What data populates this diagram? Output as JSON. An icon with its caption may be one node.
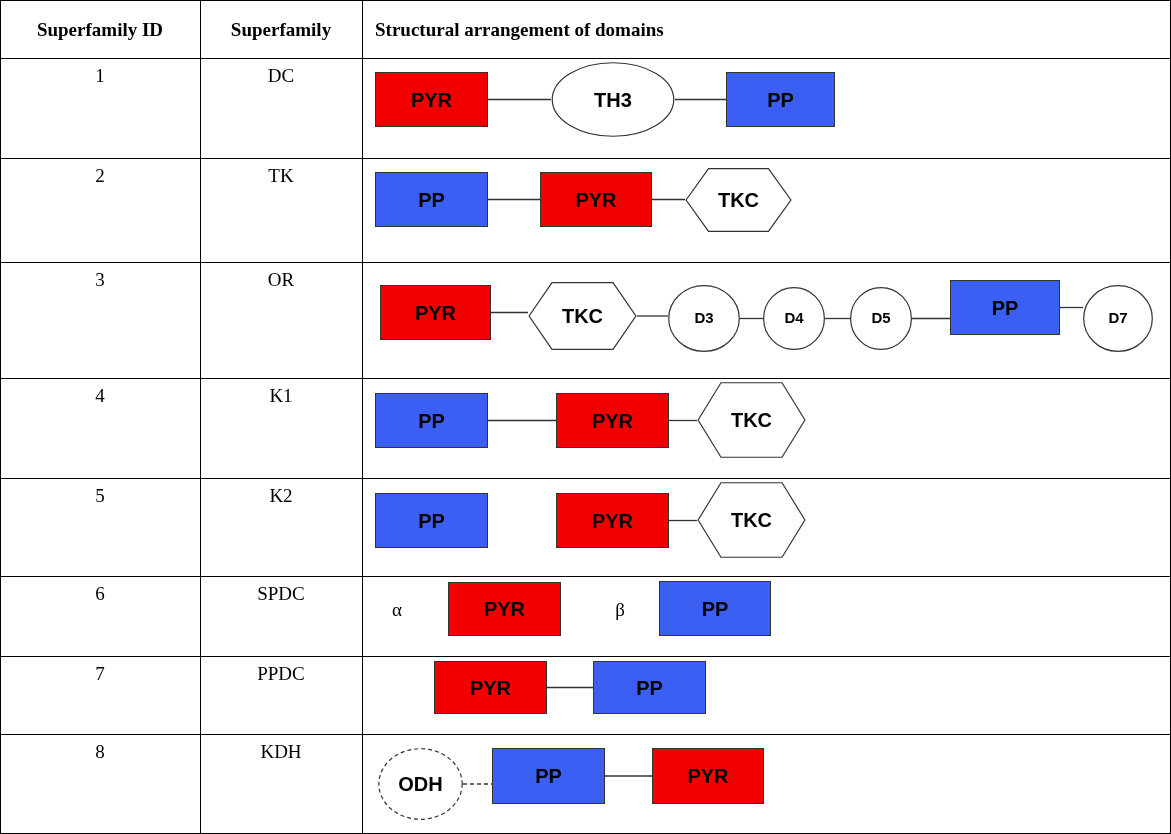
{
  "diagram": {
    "nodes": [
      {
        "text": [
          "PYR"
        ]
      },
      {
        "text": [
          "TH3"
        ]
      },
      {
        "text": [
          "PP"
        ]
      },
      {
        "text": [
          "PP"
        ]
      },
      {
        "text": [
          "PYR"
        ]
      },
      {
        "text": [
          "TKC"
        ]
      },
      {
        "text": [
          "PYR"
        ]
      },
      {
        "text": [
          "TKC"
        ]
      },
      {
        "text": [
          "D3"
        ]
      },
      {
        "text": [
          "D4"
        ]
      },
      {
        "text": [
          "D5"
        ]
      },
      {
        "text": [
          "PP"
        ]
      },
      {
        "text": [
          "D7"
        ]
      },
      {
        "text": [
          "PP"
        ]
      },
      {
        "text": [
          "PYR"
        ]
      },
      {
        "text": [
          "TKC"
        ]
      },
      {
        "text": [
          "PP"
        ]
      },
      {
        "text": [
          "PYR"
        ]
      },
      {
        "text": [
          "TKC"
        ]
      },
      {
        "text": [
          "PYR"
        ]
      },
      {
        "text": [
          "PP"
        ]
      },
      {
        "text": [
          "PYR"
        ]
      },
      {
        "text": [
          "PP"
        ]
      },
      {
        "text": [
          "ODH"
        ]
      },
      {
        "text": [
          "PP"
        ]
      },
      {
        "text": [
          "PYR"
        ]
      }
    ],
    "edges": [
      {
        "from": 0,
        "to": 1,
        "arrow": "none"
      },
      {
        "from": 1,
        "to": 2,
        "arrow": "none"
      },
      {
        "from": 3,
        "to": 4,
        "arrow": "none"
      },
      {
        "from": 4,
        "to": 5,
        "arrow": "none"
      },
      {
        "from": 6,
        "to": 7,
        "arrow": "none"
      },
      {
        "from": 7,
        "to": 8,
        "arrow": "none"
      },
      {
        "from": 8,
        "to": 9,
        "arrow": "none"
      },
      {
        "from": 9,
        "to": 10,
        "arrow": "none"
      },
      {
        "from": 10,
        "to": 11,
        "arrow": "none"
      },
      {
        "from": 11,
        "to": 12,
        "arrow": "none"
      },
      {
        "from": 13,
        "to": 14,
        "arrow": "none"
      },
      {
        "from": 14,
        "to": 15,
        "arrow": "none"
      },
      {
        "from": 17,
        "to": 18,
        "arrow": "none"
      },
      {
        "from": 21,
        "to": 22,
        "arrow": "none"
      },
      {
        "from": 23,
        "to": 24,
        "arrow": "none",
        "style": "dashed"
      },
      {
        "from": 24,
        "to": 25,
        "arrow": "none"
      }
    ],
    "labels": [
      "Superfamily ID",
      "Superfamily",
      "Structural arrangement of domains",
      "1",
      "DC",
      "2",
      "TK",
      "3",
      "OR",
      "4",
      "K1",
      "5",
      "K2",
      "6",
      "SPDC",
      "α",
      "β",
      "7",
      "PPDC",
      "8",
      "KDH"
    ]
  }
}
